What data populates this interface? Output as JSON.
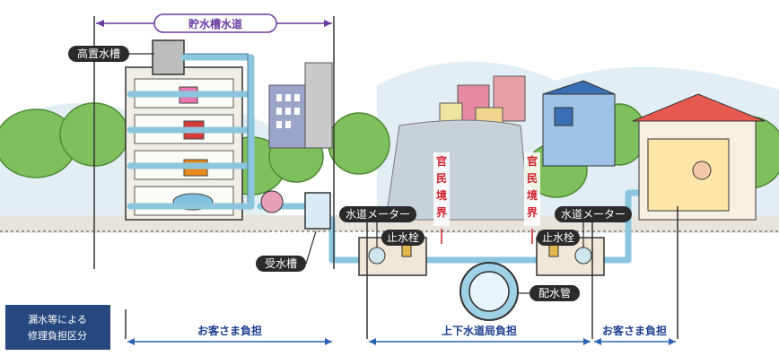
{
  "title": "貯水槽水道",
  "labels": {
    "elevated_tank": "高置水槽",
    "receiving_tank": "受水槽",
    "water_meter_left": "水道メーター",
    "water_meter_right": "水道メーター",
    "stop_valve_left": "止水栓",
    "stop_valve_right": "止水栓",
    "boundary_left": "官民境界",
    "boundary_right": "官民境界",
    "main_pipe": "配水管"
  },
  "legend": {
    "line1": "漏水等による",
    "line2": "修理負担区分"
  },
  "responsibility": {
    "left": "お客さま負担",
    "center": "上下水道局負担",
    "right": "お客さま負担"
  },
  "colors": {
    "purple": "#6a3aa0",
    "blue_arrow": "#2b64b5",
    "red": "#d21e2b",
    "pipe": "#8cc6de",
    "dark_label": "#2a2a2a",
    "navy_box": "#27487f"
  }
}
